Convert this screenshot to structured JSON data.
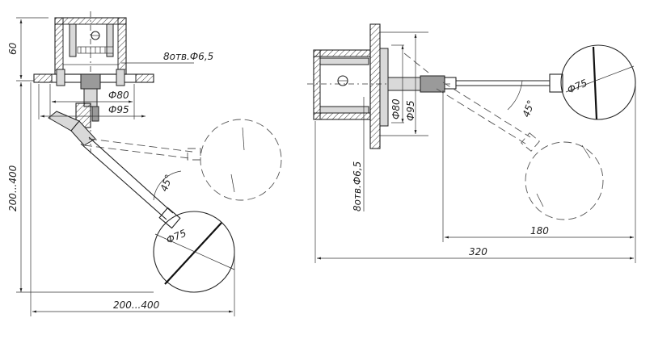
{
  "left_view": {
    "dim_height_top": "60",
    "dim_hole": "8отв.Ф6,5",
    "dim_d80": "Ф80",
    "dim_d95": "Ф95",
    "dim_height": "200...400",
    "dim_angle": "45°",
    "dim_ball": "Ф75",
    "dim_width": "200...400"
  },
  "right_view": {
    "dim_hole": "8отв.Ф6,5",
    "dim_d80": "Ф80",
    "dim_d95": "Ф95",
    "dim_angle": "45°",
    "dim_ball": "Ф75",
    "dim_180": "180",
    "dim_320": "320"
  }
}
